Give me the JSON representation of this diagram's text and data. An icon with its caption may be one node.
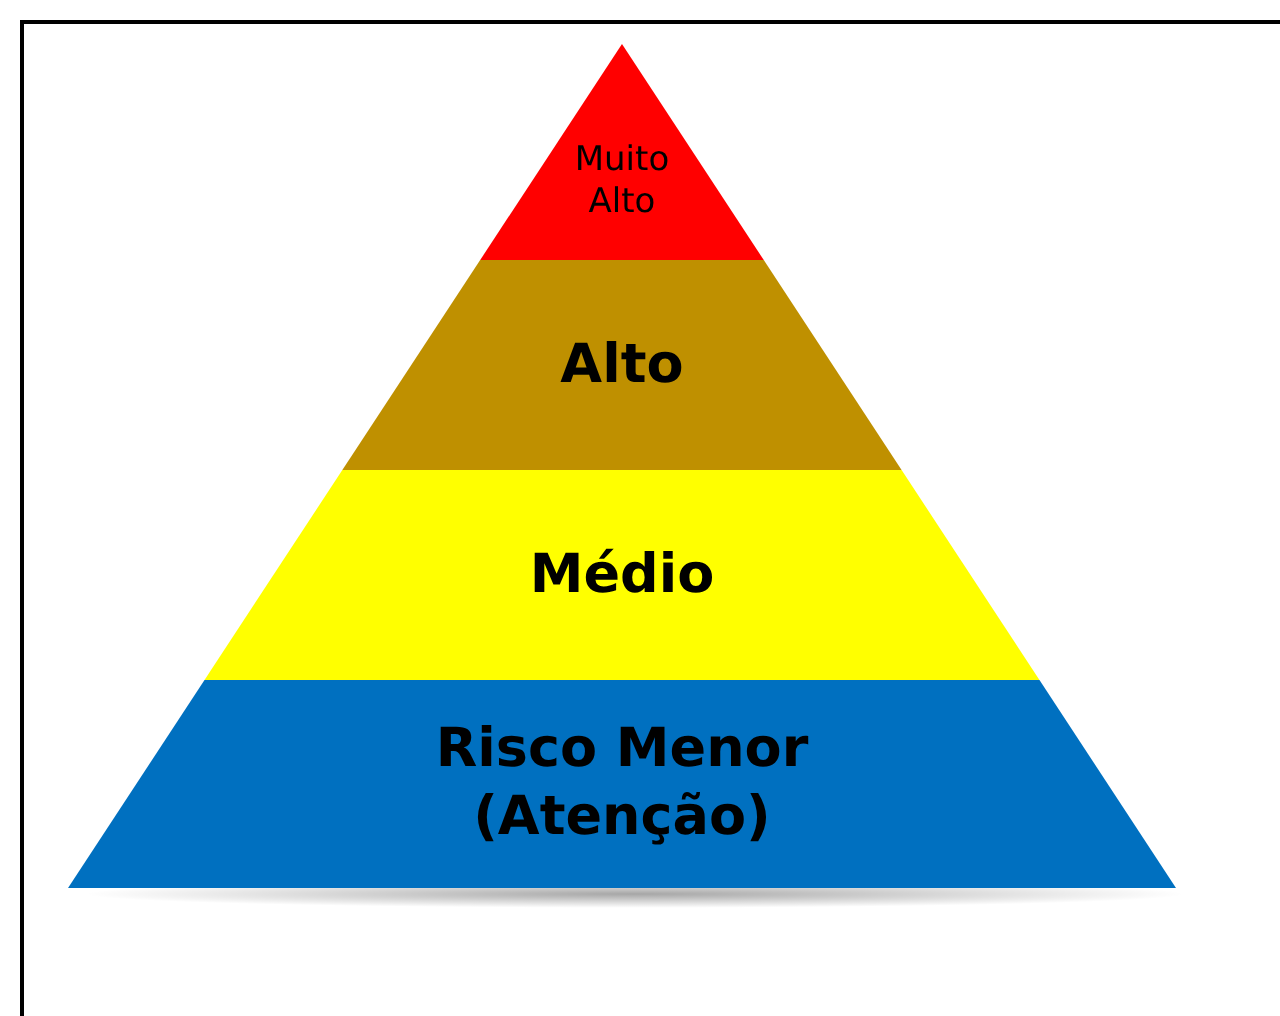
{
  "diagram": {
    "nodes": [
      {
        "text": [
          "Muito Alto"
        ]
      },
      {
        "text": [
          "Alto"
        ]
      },
      {
        "text": [
          "Médio"
        ]
      },
      {
        "text": [
          "Risco Menor (Atenção)"
        ]
      }
    ]
  }
}
